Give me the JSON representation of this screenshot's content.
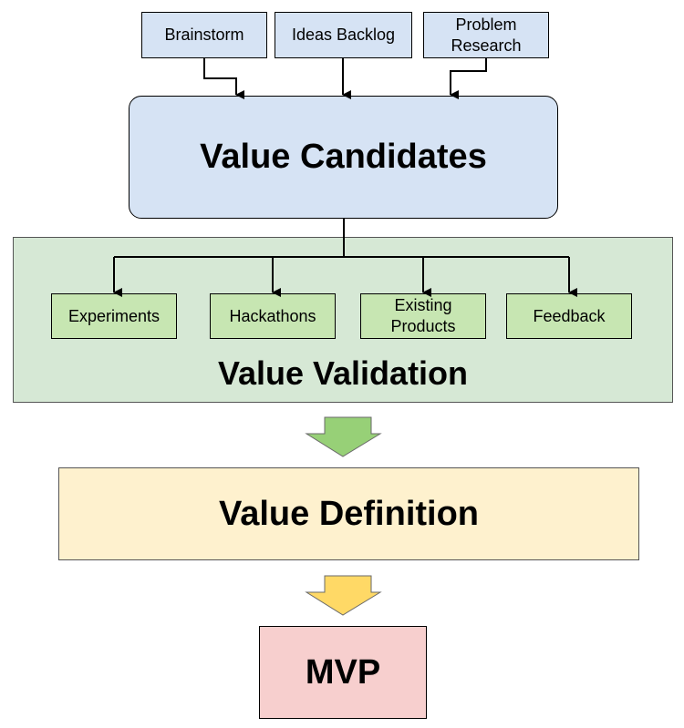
{
  "sources": [
    {
      "label": "Brainstorm"
    },
    {
      "label": "Ideas Backlog"
    },
    {
      "label": "Problem Research"
    }
  ],
  "candidates": {
    "label": "Value Candidates"
  },
  "validation": {
    "label": "Value Validation",
    "methods": [
      {
        "label": "Experiments"
      },
      {
        "label": "Hackathons"
      },
      {
        "label": "Existing Products"
      },
      {
        "label": "Feedback"
      }
    ]
  },
  "definition": {
    "label": "Value Definition"
  },
  "mvp": {
    "label": "MVP"
  },
  "colors": {
    "source_fill": "#d6e3f4",
    "candidates_fill": "#d6e3f4",
    "validation_fill": "#d6e8d5",
    "method_fill": "#c7e6b2",
    "definition_fill": "#fef1ce",
    "mvp_fill": "#f7cfce",
    "green_arrow": "#97d077",
    "yellow_arrow": "#ffd966"
  }
}
